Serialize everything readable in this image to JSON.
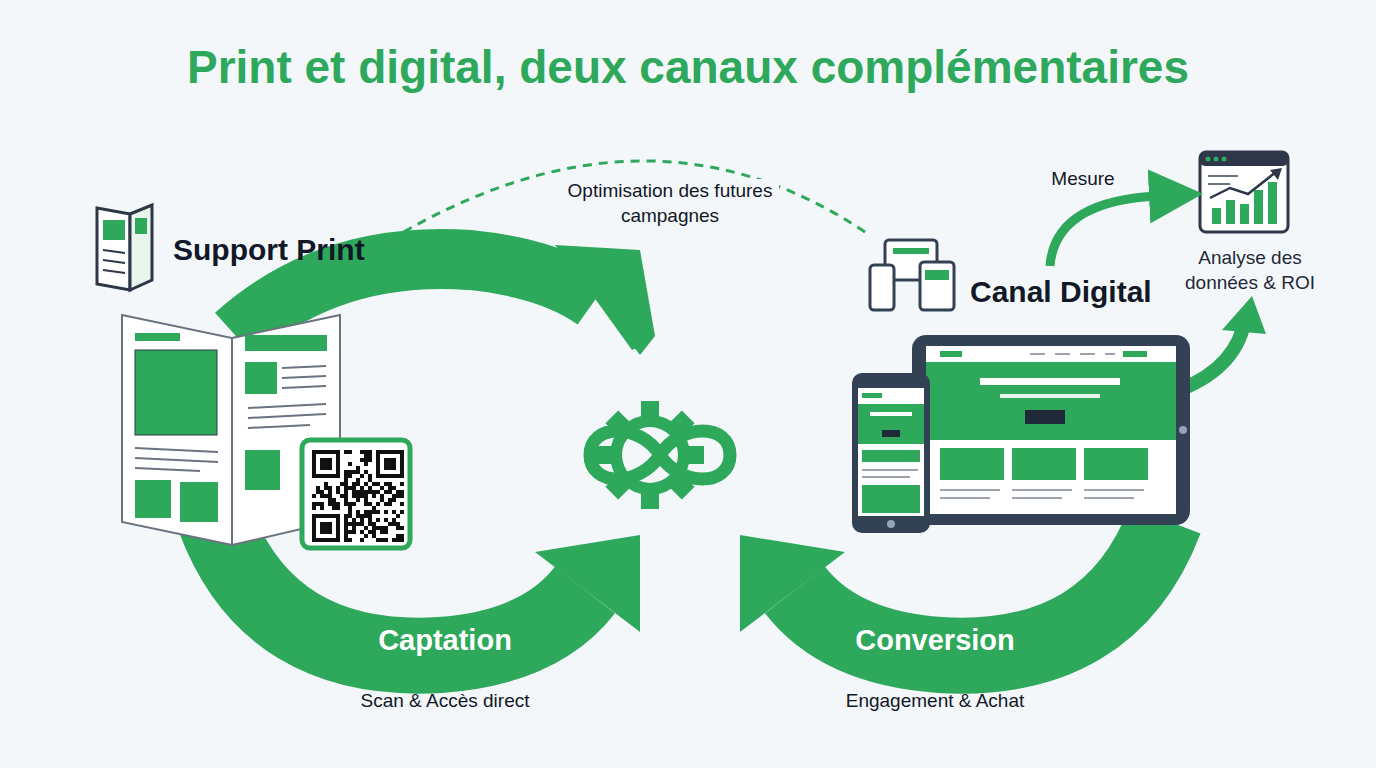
{
  "diagram": {
    "title": "Print et digital, deux canaux complémentaires",
    "nodes": [
      {
        "text": [
          "Support Print"
        ]
      },
      {
        "text": [
          "Canal Digital"
        ]
      },
      {
        "text": [
          "Analyse des données & ROI"
        ]
      }
    ],
    "edges": [
      {
        "from": 1,
        "to": 2,
        "label": "Mesure",
        "arrow": "to"
      },
      {
        "from": 1,
        "to": 0,
        "label": "Optimisation des futures campagnes",
        "arrow": "to"
      }
    ],
    "labels": [
      "Captation",
      "Scan & Accès direct",
      "Conversion",
      "Engagement & Achat"
    ]
  }
}
